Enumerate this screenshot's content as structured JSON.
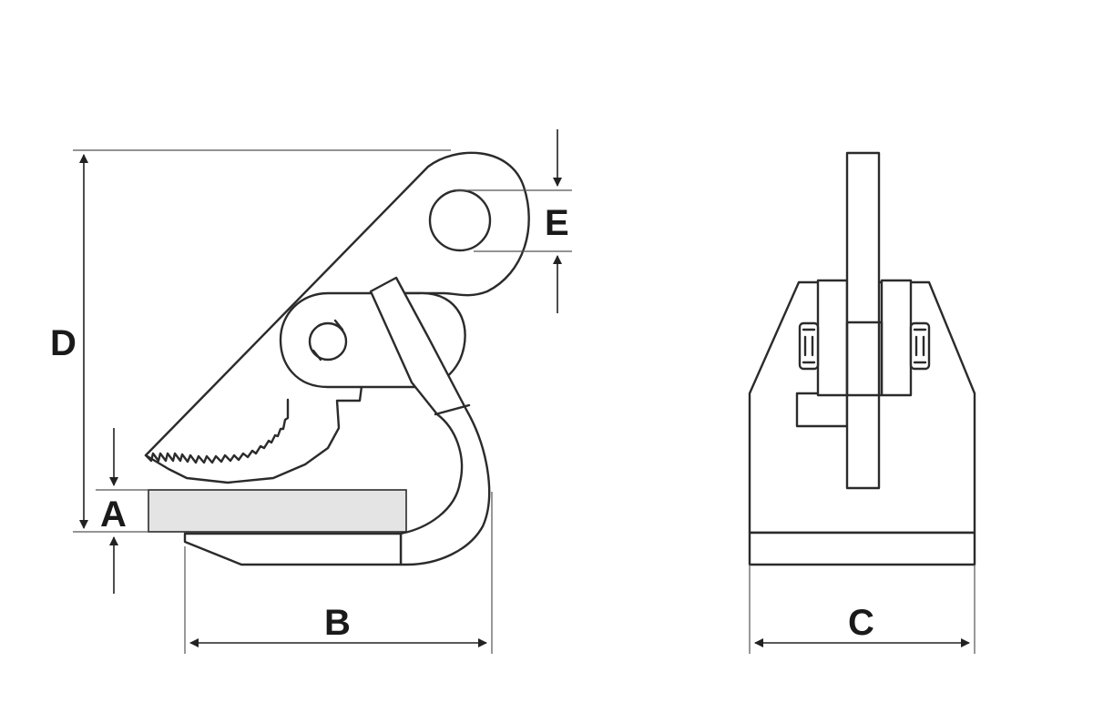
{
  "diagram": {
    "colors": {
      "line": "#2b2b2b",
      "plate": "#e4e4e4",
      "background": "#ffffff"
    },
    "dimensions": {
      "a": "A",
      "b": "B",
      "c": "C",
      "d": "D",
      "e": "E"
    }
  }
}
